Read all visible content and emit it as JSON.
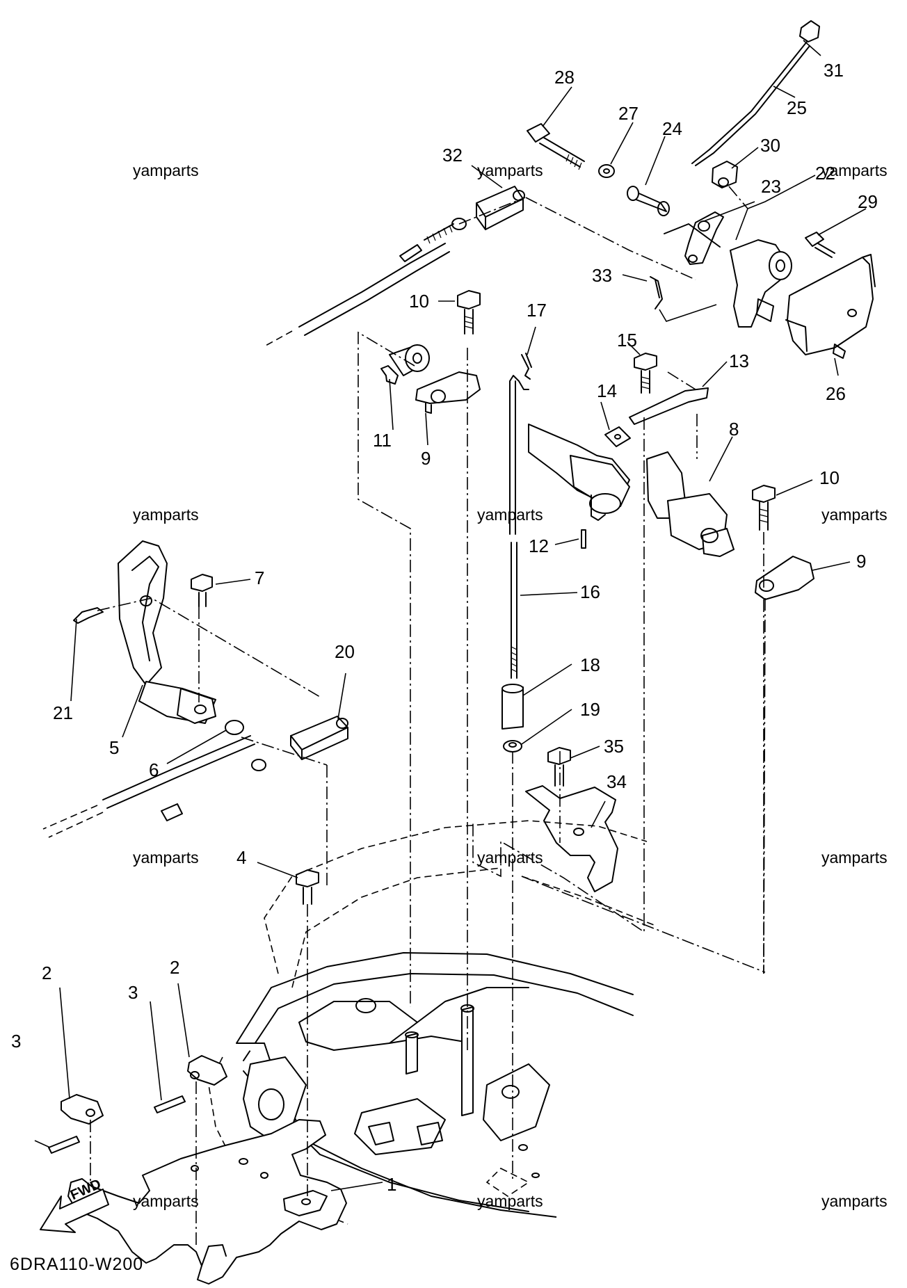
{
  "watermark": "yamparts",
  "diagram_code": "6DRA110-W200",
  "direction_label": "FWD",
  "callouts": [
    "28",
    "27",
    "24",
    "31",
    "25",
    "30",
    "32",
    "22",
    "23",
    "29",
    "33",
    "10",
    "17",
    "15",
    "13",
    "14",
    "11",
    "9",
    "8",
    "26",
    "10",
    "12",
    "9",
    "16",
    "7",
    "20",
    "18",
    "21",
    "5",
    "19",
    "6",
    "35",
    "34",
    "4",
    "2",
    "2",
    "3",
    "3",
    "1"
  ]
}
